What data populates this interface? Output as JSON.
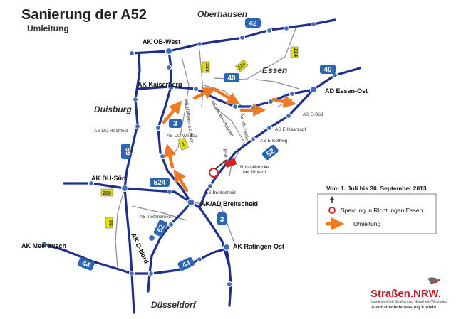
{
  "title": "Sanierung der A52",
  "subtitle": "Umleitung",
  "cities": {
    "oberhausen": "Oberhausen",
    "essen": "Essen",
    "duisburg": "Duisburg",
    "duesseldorf": "Düsseldorf"
  },
  "junctions": {
    "ak_ob_west": "AK OB-West",
    "ak_kaiserberg": "AK Kaiserberg",
    "ad_essen_ost": "AD Essen-Ost",
    "ak_du_sued": "AK DU-Süd",
    "akad_breitscheid": "AK/AD Breitscheid",
    "ak_meerbusch": "AK Meerbusch",
    "ak_d_nord": "AK D-Nord",
    "ak_ratingen_ost": "AK Ratingen-Ost"
  },
  "exits": {
    "du_hochfeld": "AS DU-Hochfeld",
    "du_wedau": "AS DU-Wedau",
    "muelheim_ruhr": "AS Mülheim a.d.Ruhr",
    "mh_winkhausen": "AS Mh-Winkhausen",
    "mh_heissen": "AS Mh-Heißen",
    "e_sued": "AS E-Süd",
    "e_haarzopf": "AS E-Haarzopf",
    "e_kettwig": "AS E-Kettwig",
    "breitscheid": "AS Breitscheid",
    "tiefenbroich": "AS Tiefenbroich",
    "ruhr": "Ruhr"
  },
  "bridge_label": [
    "Ruhrtalbrücke",
    "bei Mintard"
  ],
  "motorway_shields": [
    "42",
    "40",
    "40",
    "3",
    "59",
    "524",
    "52",
    "52",
    "3",
    "44",
    "44"
  ],
  "federal_shields": [
    "223",
    "223",
    "224",
    "1",
    "288",
    "59"
  ],
  "legend": {
    "period": "Vom 1. Juli bis 30. September 2013",
    "closure": "Sperrung in Richtungen Essen",
    "detour": "Umleitung"
  },
  "logo": {
    "name": "Straßen.NRW.",
    "line1": "Landesbetrieb Straßenbau Nordrhein-Westfalen",
    "line2": "Autobahnniederlassung Krefeld"
  },
  "colors": {
    "motorway": "#1e2f8f",
    "node": "#3b6fb6",
    "detour": "#f07a22",
    "closure": "#d92020",
    "shield": "#2b66b5",
    "federal_shield": "#e4e000",
    "cross": "#8a8a9a"
  }
}
